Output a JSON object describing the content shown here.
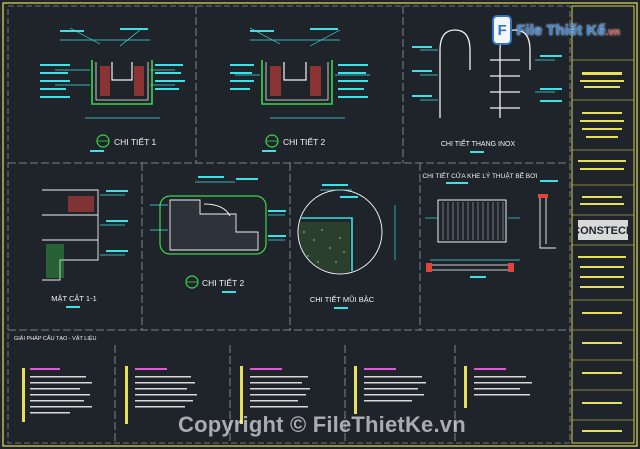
{
  "drawing": {
    "details": {
      "chi_tiet_1": "CHI TIẾT 1",
      "chi_tiet_2_top": "CHI TIẾT 2",
      "chi_tiet_thang_inox": "CHI TIẾT THANG INOX",
      "mat_cat": "MẶT CẮT 1-1",
      "chi_tiet_2_mid": "CHI TIẾT 2",
      "chi_tiet_mui_bac": "CHI TIẾT MŨI BẬC",
      "chi_tiet_cua_khe": "CHI TIẾT CỬA KHE LÝ THUẬT BỂ BƠI"
    },
    "title_block": {
      "company": "CONSTECH"
    },
    "notes": {
      "heading": "GIẢI PHÁP CẤU TẠO - VẬT LIỆU"
    },
    "colors": {
      "background": "#1f232a",
      "frame": "#e8e05a",
      "cyan": "#3fe0e6",
      "green": "#39d84a",
      "white": "#f2f2f2",
      "magenta": "#e05ad8",
      "red": "#e0443a"
    }
  },
  "logo": {
    "mark": "F",
    "brand": "File Thiết Kế",
    "suffix": ".vn"
  },
  "watermark": "Copyright © FileThietKe.vn"
}
